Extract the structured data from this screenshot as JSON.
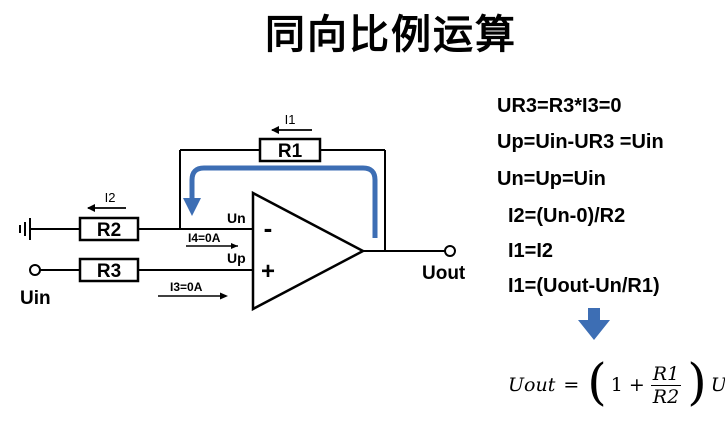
{
  "title": "同向比例运算",
  "circuit": {
    "resistors": {
      "r1": "R1",
      "r2": "R2",
      "r3": "R3"
    },
    "currents": {
      "i1": "I1",
      "i2": "I2",
      "i3": "I3=0A",
      "i4": "I4=0A"
    },
    "nodes": {
      "un": "Un",
      "up": "Up",
      "uin": "Uin",
      "uout": "Uout"
    },
    "signs": {
      "minus": "-",
      "plus": "+"
    }
  },
  "equations": {
    "line1": "UR3=R3*I3=0",
    "line2": "Up=Uin-UR3 =Uin",
    "line3": "Un=Up=Uin",
    "line4": "I2=(Un-0)/R2",
    "line5": "I1=I2",
    "line6": "I1=(Uout-Un/R1)"
  },
  "result": {
    "lhs": "Uout",
    "eq": "=",
    "one": "1",
    "plus": "+",
    "num": "R1",
    "den": "R2",
    "rhs": "Uin"
  },
  "colors": {
    "arrow_blue": "#3d6eb4",
    "line": "#000000"
  }
}
